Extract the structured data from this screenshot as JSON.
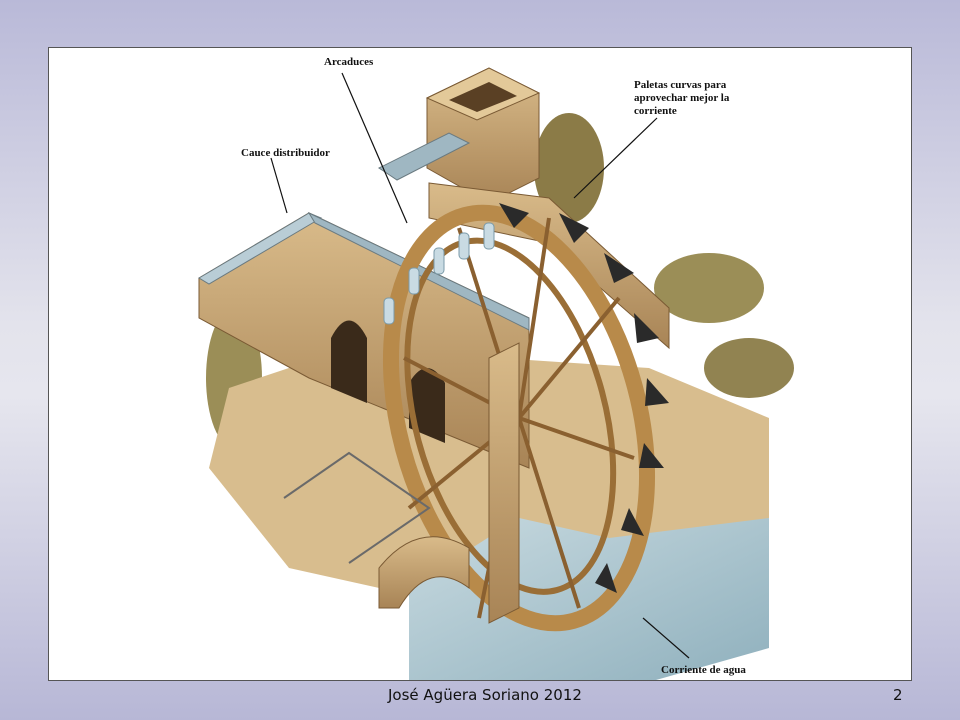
{
  "labels": {
    "arcaduces": "Arcaduces",
    "cauce": "Cauce distribuidor",
    "paletas_line1": "Paletas curvas para",
    "paletas_line2": "aprovechar mejor la",
    "paletas_line3": "corriente",
    "corriente": "Corriente de agua"
  },
  "footer": {
    "author": "José Agüera Soriano 2012",
    "page": "2"
  },
  "colors": {
    "stone": "#c9a878",
    "stone_dark": "#9b7a4c",
    "wood": "#b88a4a",
    "water": "#b9cdd6",
    "vegetation": "#8a7a3a",
    "paddles": "#2a2a2a"
  }
}
